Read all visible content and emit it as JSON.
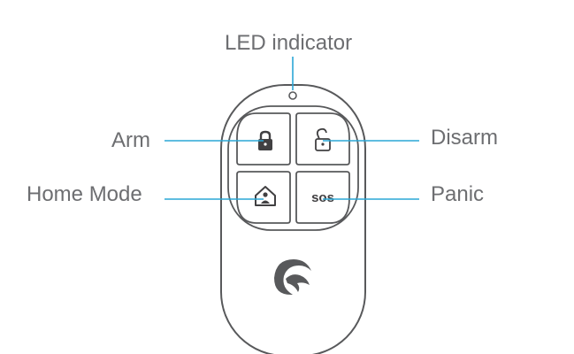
{
  "labels": {
    "led": "LED indicator",
    "arm": "Arm",
    "disarm": "Disarm",
    "home_mode": "Home Mode",
    "panic": "Panic"
  },
  "buttons": {
    "sos": "sos"
  },
  "colors": {
    "callout_line": "#2aa7d6",
    "label_text": "#6d6e71",
    "device_outline": "#58595b",
    "icon": "#414042"
  },
  "icons": {
    "arm": "locked-padlock-icon",
    "disarm": "unlocked-padlock-icon",
    "home_mode": "house-person-icon",
    "logo": "brand-logo-icon"
  }
}
